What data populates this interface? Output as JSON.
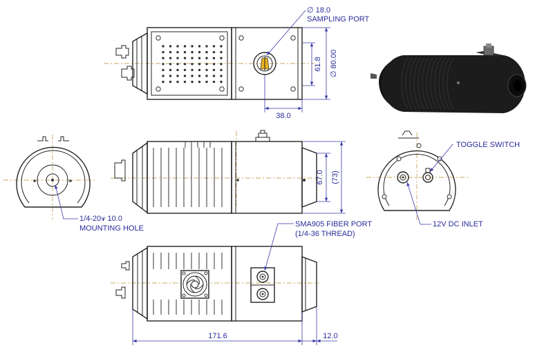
{
  "colors": {
    "label": "#2a2a9a",
    "dimension": "#3a3aa8",
    "outline": "#222222",
    "centerline": "#b58a2a",
    "body_photo": "#1c1c1c",
    "sampling_port_lens": "#e8b020"
  },
  "labels": {
    "sampling_port_dia": "∅ 18.0",
    "sampling_port": "SAMPLING PORT",
    "toggle_switch": "TOGGLE SWITCH",
    "mounting_hole_spec": "1/4-20⩛ 10.0",
    "mounting_hole": "MOUNTING HOLE",
    "dc_inlet": "12V DC INLET",
    "fiber_port": "SMA905 FIBER PORT",
    "fiber_thread": "(1/4-36 THREAD)"
  },
  "dimensions": {
    "port_height": "61.8",
    "body_diameter": "∅ 80.00",
    "port_offset": "38.0",
    "body_height": "67.0",
    "overall_height": "(73)",
    "body_length": "171.6",
    "front_length": "12.0"
  }
}
